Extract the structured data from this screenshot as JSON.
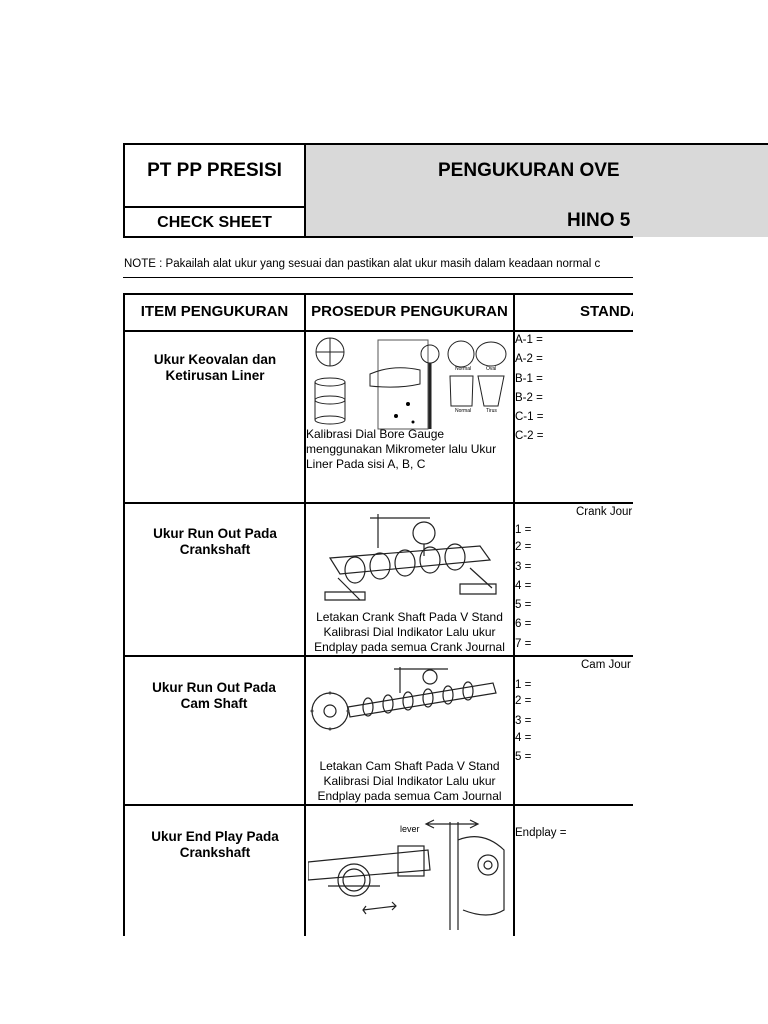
{
  "header": {
    "company": "PT PP PRESISI",
    "title": "PENGUKURAN OVE",
    "doc_type": "CHECK SHEET",
    "model": "HINO 5"
  },
  "note": "NOTE : Pakailah alat ukur yang sesuai dan pastikan alat ukur masih dalam keadaan normal c",
  "columns": {
    "item": "ITEM PENGUKURAN",
    "procedure": "PROSEDUR PENGUKURAN",
    "standard": "STANDA"
  },
  "rows": [
    {
      "item": "Ukur Keovalan dan Ketirusan Liner",
      "procedure": "Kalibrasi Dial Bore Gauge menggunakan Mikrometer lalu Ukur Liner Pada sisi A, B, C",
      "figure": "liner-bore-gauge-figure",
      "standard_heading": "",
      "entries": [
        "A-1 =",
        "A-2 =",
        "B-1 =",
        "B-2 =",
        "C-1 =",
        "C-2 ="
      ],
      "figure_labels": [
        "Normal",
        "Oval",
        "Normal",
        "Tirus"
      ]
    },
    {
      "item": "Ukur Run Out Pada Crankshaft",
      "procedure": "Letakan Crank Shaft Pada V Stand Kalibrasi Dial Indikator Lalu ukur Endplay pada semua Crank Journal",
      "figure": "crankshaft-runout-figure",
      "standard_heading": "Crank Jour",
      "entries": [
        "1 =",
        "2 =",
        "3 =",
        "4 =",
        "5 =",
        "6 =",
        "7 ="
      ]
    },
    {
      "item": "Ukur Run Out Pada Cam Shaft",
      "procedure": "Letakan Cam Shaft Pada V Stand Kalibrasi Dial Indikator Lalu ukur Endplay pada semua Cam Journal",
      "figure": "camshaft-runout-figure",
      "standard_heading": "Cam Jour",
      "entries": [
        "1 =",
        "2 =",
        "3 =",
        "4 =",
        "5 ="
      ]
    },
    {
      "item": "Ukur End Play Pada Crankshaft",
      "procedure": "",
      "figure": "crankshaft-endplay-figure",
      "figure_label": "lever",
      "standard_heading": "",
      "entries": [
        "Endplay ="
      ]
    }
  ],
  "colors": {
    "header_fill": "#d9d9d9",
    "border": "#000000"
  }
}
